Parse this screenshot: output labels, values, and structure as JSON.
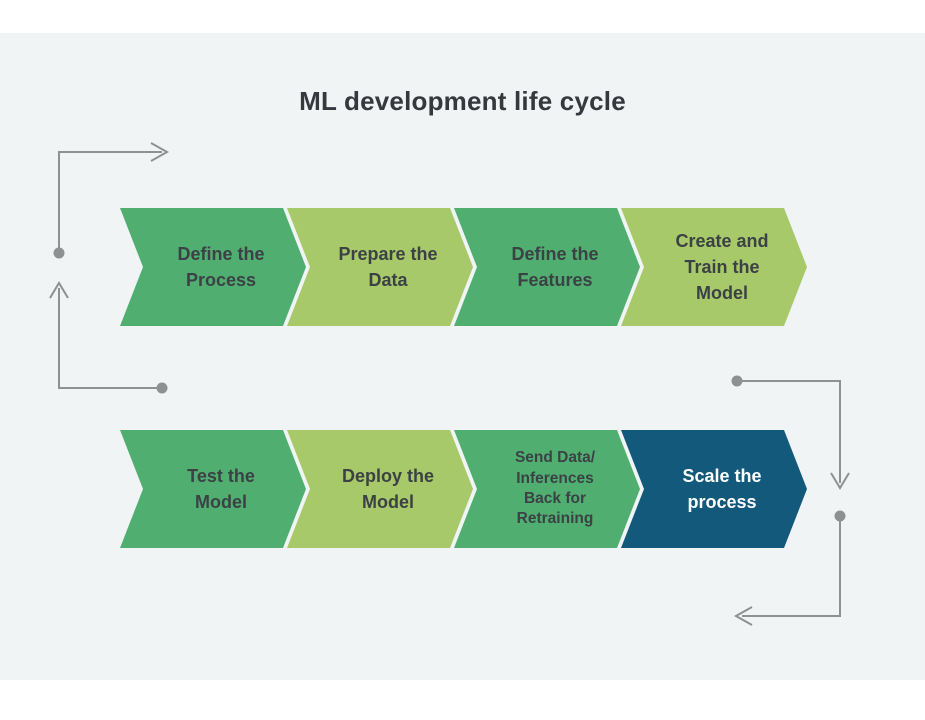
{
  "title": "ML development life cycle",
  "colors": {
    "panel_background": "#f0f4f5",
    "page_background": "#ffffff",
    "medium_green": "#50af70",
    "light_green": "#a8c969",
    "teal": "#12597b",
    "title_text": "#35393d",
    "stage_text_dark": "#3b4145",
    "stage_text_light": "#ffffff",
    "connector_gray": "#8f9091"
  },
  "rows": [
    {
      "name": "row-1",
      "stages": [
        {
          "label": "Define the Process",
          "fill": "#50af70",
          "text_color": "#3b4145"
        },
        {
          "label": "Prepare the Data",
          "fill": "#a8c969",
          "text_color": "#3b4145"
        },
        {
          "label": "Define the Features",
          "fill": "#50af70",
          "text_color": "#3b4145"
        },
        {
          "label": "Create and Train the Model",
          "fill": "#a8c969",
          "text_color": "#3b4145"
        }
      ]
    },
    {
      "name": "row-2",
      "stages": [
        {
          "label": "Test the Model",
          "fill": "#50af70",
          "text_color": "#3b4145"
        },
        {
          "label": "Deploy the Model",
          "fill": "#a8c969",
          "text_color": "#3b4145"
        },
        {
          "label": "Send Data/ Inferences Back for Retraining",
          "fill": "#50af70",
          "text_color": "#3b4145"
        },
        {
          "label": "Scale the process",
          "fill": "#12597b",
          "text_color": "#ffffff"
        }
      ]
    }
  ]
}
